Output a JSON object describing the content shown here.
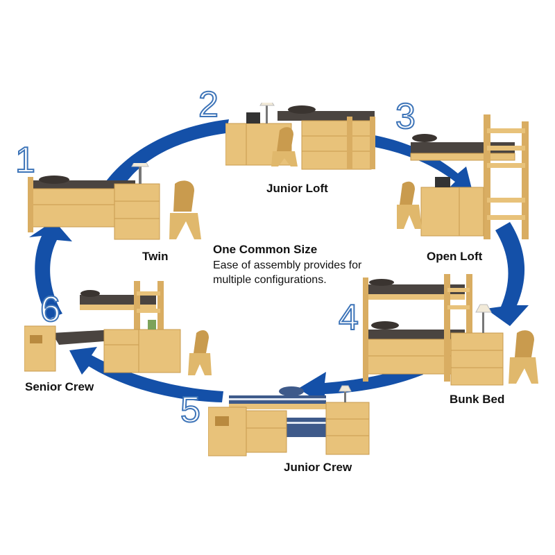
{
  "center": {
    "title": "One Common Size",
    "body": "Ease of assembly provides for multiple configurations."
  },
  "steps": [
    {
      "number": "1",
      "label": "Twin"
    },
    {
      "number": "2",
      "label": "Junior Loft"
    },
    {
      "number": "3",
      "label": "Open Loft"
    },
    {
      "number": "4",
      "label": "Bunk Bed"
    },
    {
      "number": "5",
      "label": "Junior Crew"
    },
    {
      "number": "6",
      "label": "Senior Crew"
    }
  ],
  "colors": {
    "arrow": "#1450a8",
    "number_outline": "#3d74b8",
    "wood": "#e8c27a",
    "wood_dark": "#c99b4e",
    "mattress": "#4a4440"
  }
}
